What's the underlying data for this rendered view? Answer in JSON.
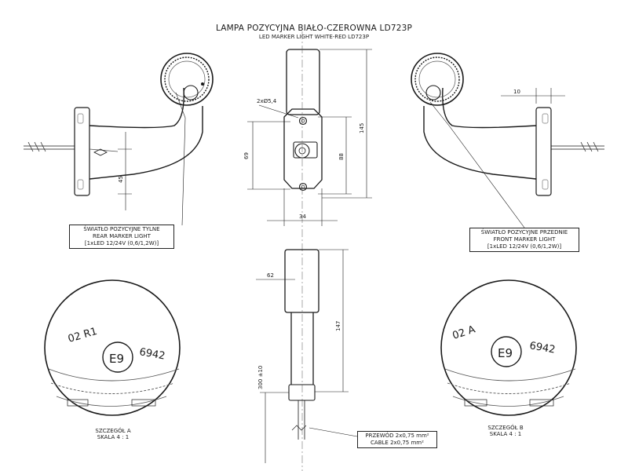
{
  "title": {
    "main": "LAMPA POZYCYJNA BIAŁO-CZEROWNA LD723P",
    "sub": "LED MARKER LIGHT WHITE-RED LD723P"
  },
  "dimensions": {
    "holes": "2xØ5,4",
    "d69": "69",
    "d88": "88",
    "d145": "145",
    "d45": "45",
    "d34": "34",
    "d10": "10",
    "d62": "62",
    "d147": "147",
    "d300": "300 ±10"
  },
  "callouts": {
    "rear": [
      "ŚWIATŁO POZYCYJNE TYLNE",
      "REAR MARKER LIGHT",
      "[1xLED 12/24V (0,6/1,2W)]"
    ],
    "front": [
      "ŚWIATŁO POZYCYJNE PRZEDNIE",
      "FRONT MARKER LIGHT",
      "[1xLED 12/24V (0,6/1,2W)]"
    ],
    "cable": [
      "PRZEWÓD 2x0,75 mm²",
      "CABLE 2x0,75 mm²"
    ]
  },
  "details": {
    "a": {
      "caption": [
        "SZCZEGÓŁ A",
        "SKALA 4 : 1"
      ],
      "marking_left": "02 R1",
      "marking_e": "E9",
      "marking_right": "6942"
    },
    "b": {
      "caption": [
        "SZCZEGÓŁ B",
        "SKALA 4 : 1"
      ],
      "marking_left": "02 A",
      "marking_e": "E9",
      "marking_right": "6942"
    }
  }
}
